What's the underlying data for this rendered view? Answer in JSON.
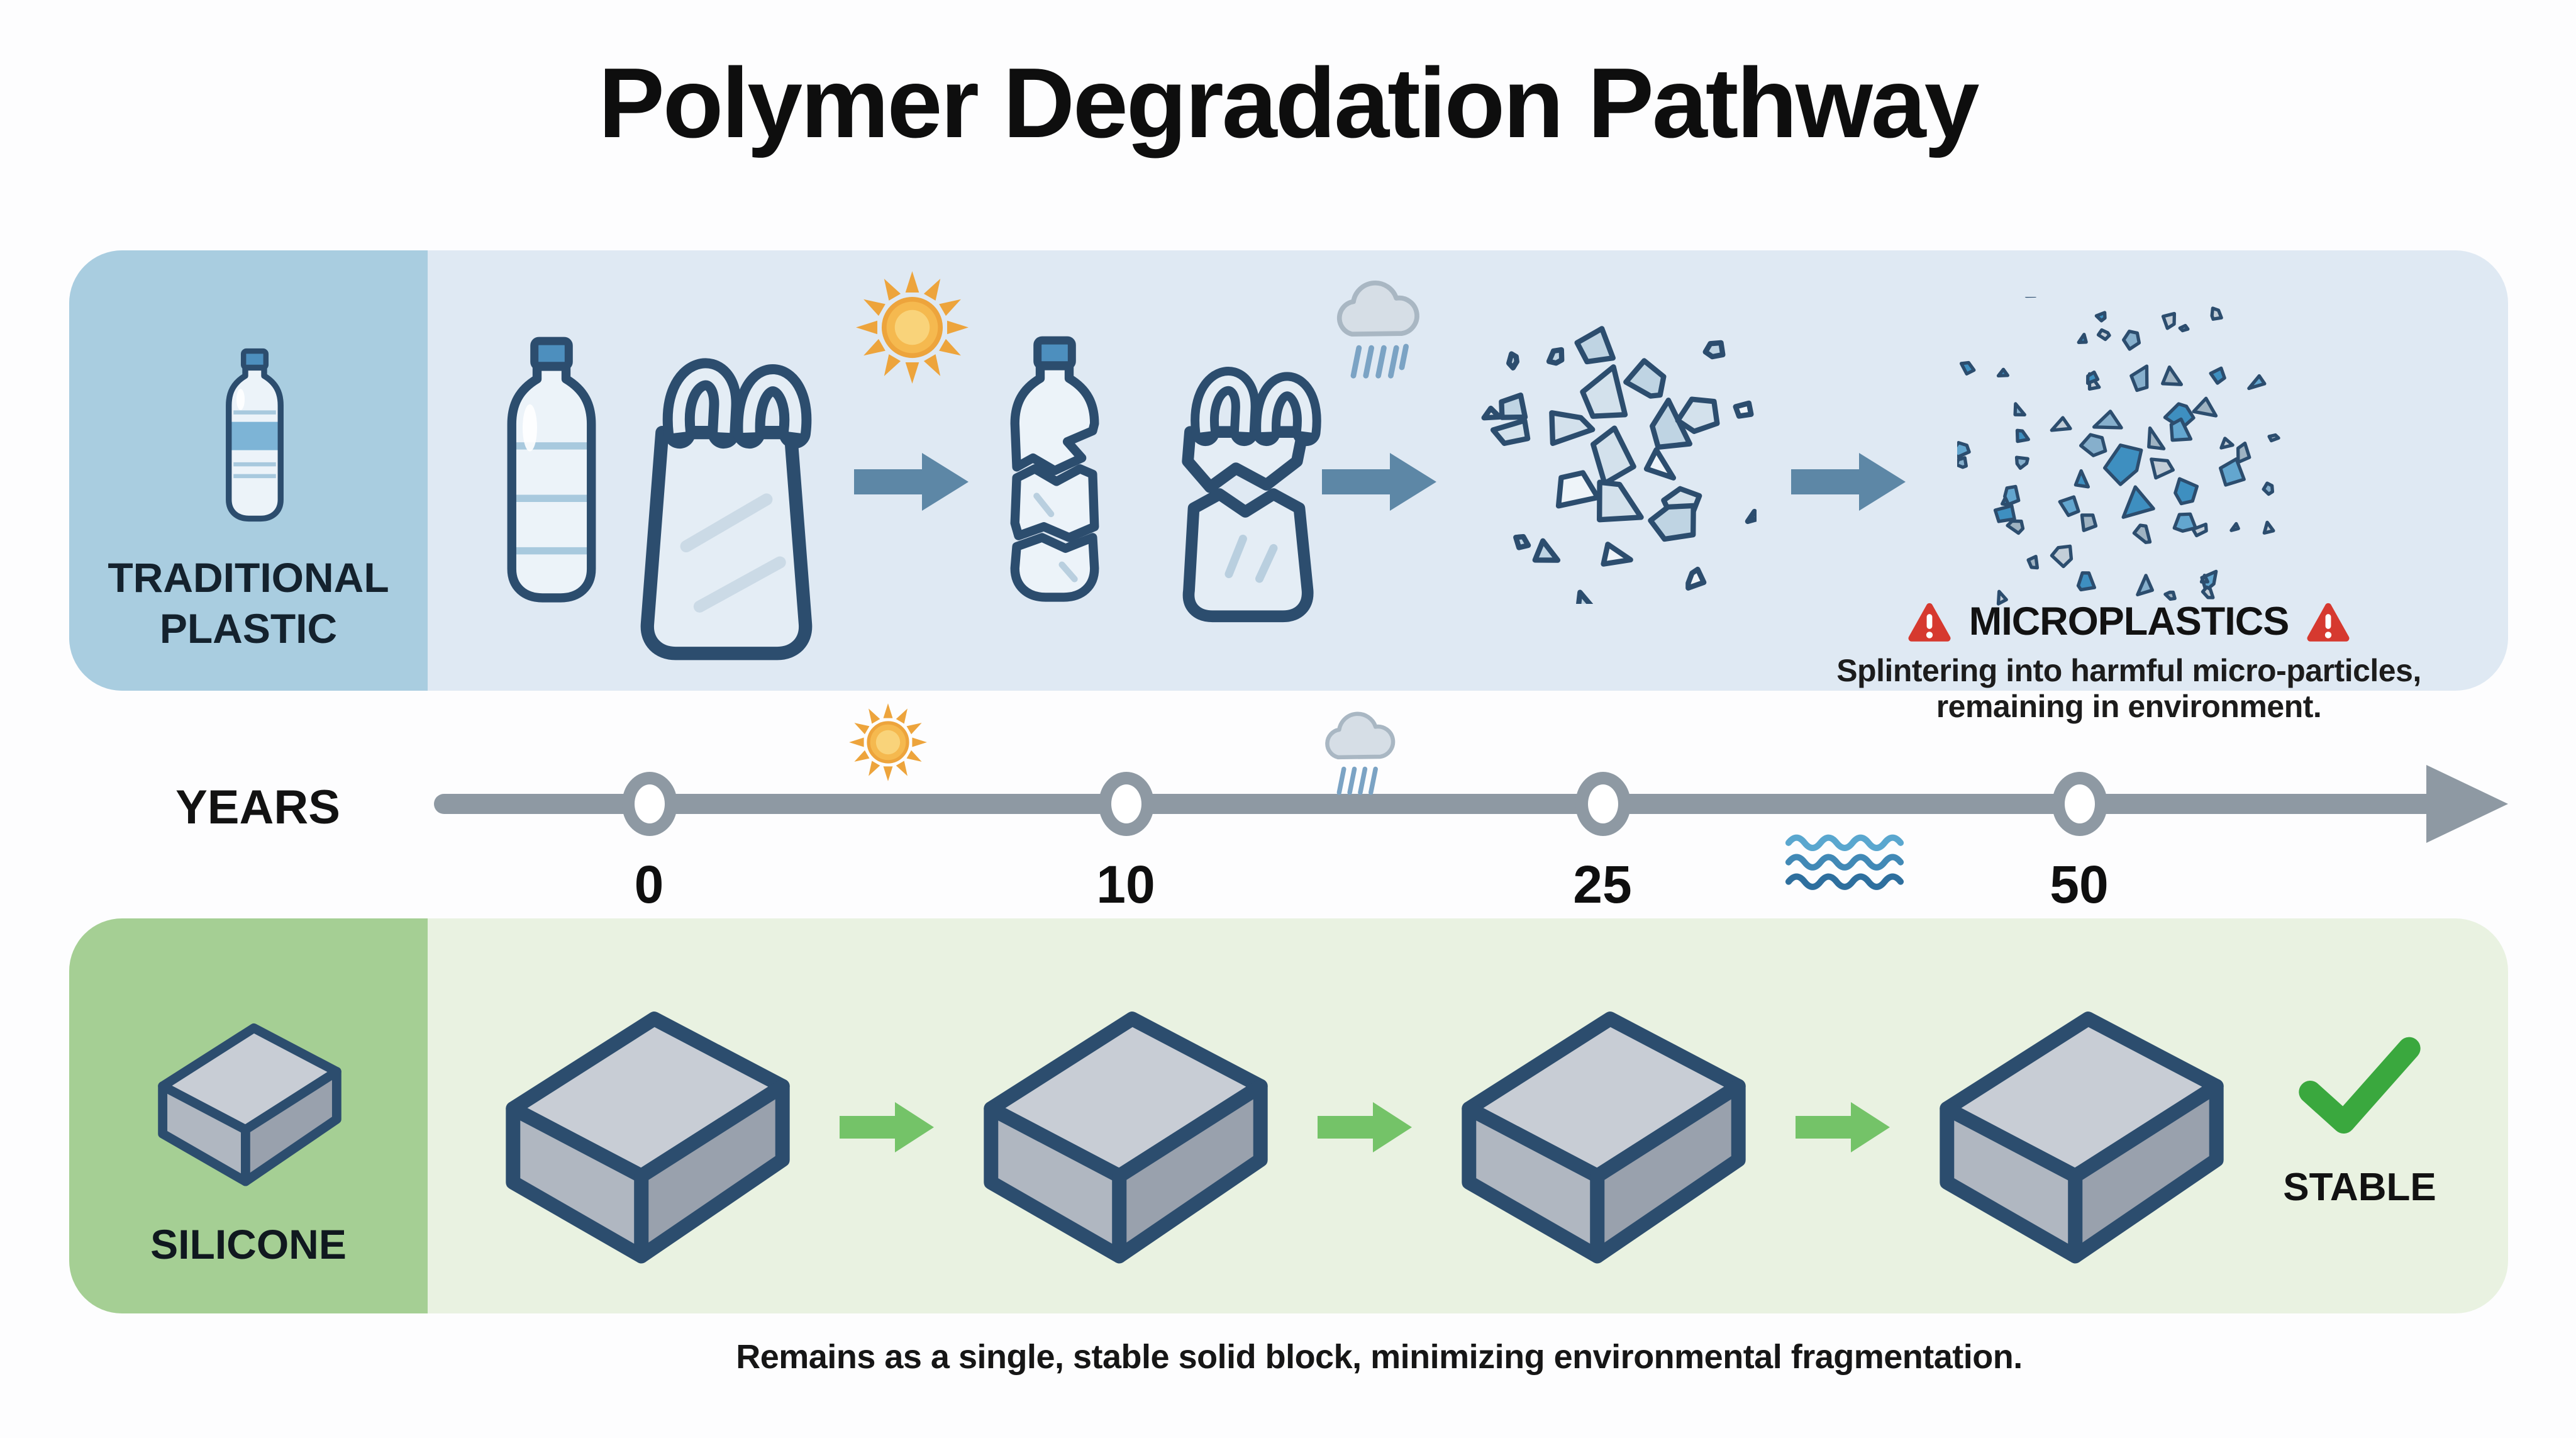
{
  "title": "Polymer Degradation Pathway",
  "plastic_row": {
    "label_line1": "TRADITIONAL",
    "label_line2": "PLASTIC",
    "warning_title": "MICROPLASTICS",
    "warning_line1": "Splintering into harmful micro-particles,",
    "warning_line2": "remaining in environment."
  },
  "timeline": {
    "label": "YEARS",
    "ticks": [
      "0",
      "10",
      "25",
      "50"
    ]
  },
  "silicone_row": {
    "label": "SILICONE",
    "status": "STABLE"
  },
  "caption": "Remains as a single, stable solid block, minimizing environmental fragmentation.",
  "icons": {
    "plastic_row": [
      "water-bottle-icon",
      "plastic-bag-icon",
      "sun-icon",
      "arrow-right-icon",
      "cracked-bottle-icon",
      "torn-bag-icon",
      "rain-cloud-icon",
      "plastic-fragments-icon",
      "microplastics-cluster-icon",
      "warning-triangle-icon"
    ],
    "timeline": [
      "sun-icon",
      "rain-cloud-icon",
      "water-waves-icon",
      "timeline-arrowhead-icon"
    ],
    "silicone_row": [
      "silicone-block-icon",
      "checkmark-icon"
    ]
  },
  "colors": {
    "plastic_panel": "#a9cde0",
    "plastic_row_bg": "#dfe9f3",
    "silicone_panel": "#a5cf94",
    "silicone_row_bg": "#e9f2e1",
    "outline_navy": "#2c4d6e",
    "arrow_steel": "#5d87a6",
    "arrow_green": "#74c368",
    "warning_red": "#d6392f",
    "check_green": "#3aa83e",
    "timeline_gray": "#8e99a3",
    "sun_orange": "#eda43c",
    "wave_blue": "#4189b6",
    "bottle_cap_blue": "#4d8fbe"
  }
}
